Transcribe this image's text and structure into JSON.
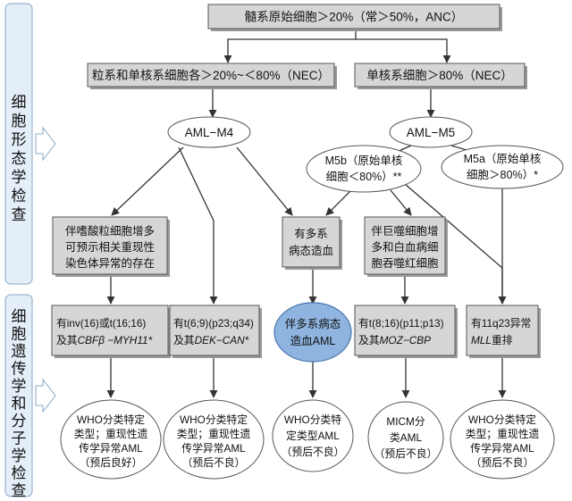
{
  "sidebar": {
    "morphology": [
      "细",
      "胞",
      "形",
      "态",
      "学",
      "检",
      "查"
    ],
    "genetics": [
      "细",
      "胞",
      "遗",
      "传",
      "学",
      "和",
      "分",
      "子",
      "学",
      "检",
      "查"
    ]
  },
  "nodes": {
    "top": "髓系原始细胞＞20%（常＞50%，ANC）",
    "nec_mixed": "粒系和单核系细胞各＞20%~＜80%（NEC）",
    "nec_mono": "单核系细胞＞80%（NEC）",
    "aml_m4": "AML−M4",
    "aml_m5": "AML−M5",
    "m5b": [
      "M5b（原始单核",
      "细胞＜80%）**"
    ],
    "m5a": [
      "M5a（原始单核",
      "细胞＞80%）*"
    ],
    "eos": [
      "伴嗜酸粒细胞增多",
      "可预示相关重现性",
      "染色体异常的存在"
    ],
    "multi": [
      "有多系",
      "病态造血"
    ],
    "mega": [
      "伴巨噬细胞增",
      "多和白血病细",
      "胞吞噬红细胞"
    ],
    "inv16": {
      "l1": "有inv(16)或t(16;16)",
      "l2_a": "及其",
      "l2_b": "CBFβ −MYH11*"
    },
    "t69": {
      "l1": "有t(6;9)(p23;q34)",
      "l2_a": "及其",
      "l2_b": "DEK−CAN*"
    },
    "mds": [
      "伴多系病态",
      "造血AML"
    ],
    "t816": {
      "l1": "有t(8;16)(p11;p13)",
      "l2_a": "及其",
      "l2_b": "MOZ−CBP"
    },
    "mll": {
      "l1": "有11q23异常",
      "l2_a": "MLL",
      "l2_b": "重排"
    },
    "out1": [
      "WHO分类特定",
      "类型；重现性遗",
      "传学异常AML",
      "（预后良好）"
    ],
    "out2": [
      "WHO分类特定",
      "类型；重现性遗",
      "传学异常AML",
      "（预后不良）"
    ],
    "out3": [
      "WHO分类特",
      "定类型AML",
      "（预后不良）"
    ],
    "out4": [
      "MICM分",
      "类AML",
      "（预后不良）"
    ],
    "out5": [
      "WHO分类特定",
      "类型；重现性遗",
      "传学异常AML",
      "（预后不良）"
    ]
  }
}
